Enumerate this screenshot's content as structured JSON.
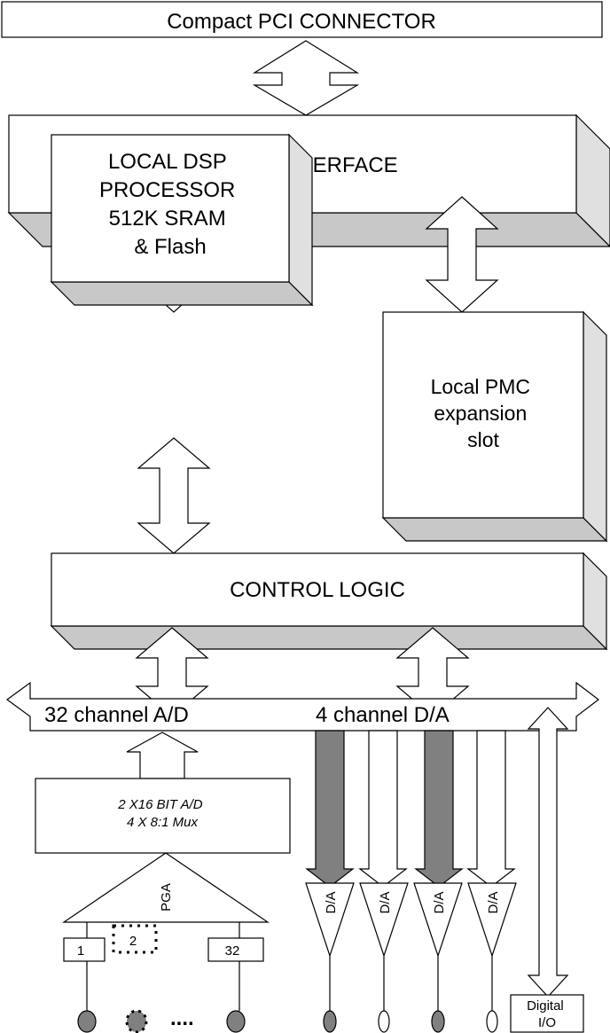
{
  "blocks": {
    "connector": "Compact PCI CONNECTOR",
    "pci_bus": "PCI BUS INTERFACE",
    "dsp": [
      "LOCAL DSP",
      "PROCESSOR",
      "512K SRAM",
      "& Flash"
    ],
    "pmc": [
      "Local PMC",
      "expansion",
      "slot"
    ],
    "control": "CONTROL LOGIC",
    "adc": [
      "2 X16 BIT A/D",
      "4 X 8:1 Mux"
    ],
    "pga": "PGA",
    "digital_io": [
      "Digital",
      "I/O"
    ]
  },
  "bus": {
    "ad_label": "32 channel A/D",
    "da_label": "4 channel D/A"
  },
  "inputs": [
    "1",
    "2",
    "32"
  ],
  "ellipsis": "....",
  "dac_label": "D/A",
  "colors": {
    "fill_dark": "#808080",
    "face": "#ffffff",
    "side": "#c8c8c8",
    "line": "#000000"
  }
}
